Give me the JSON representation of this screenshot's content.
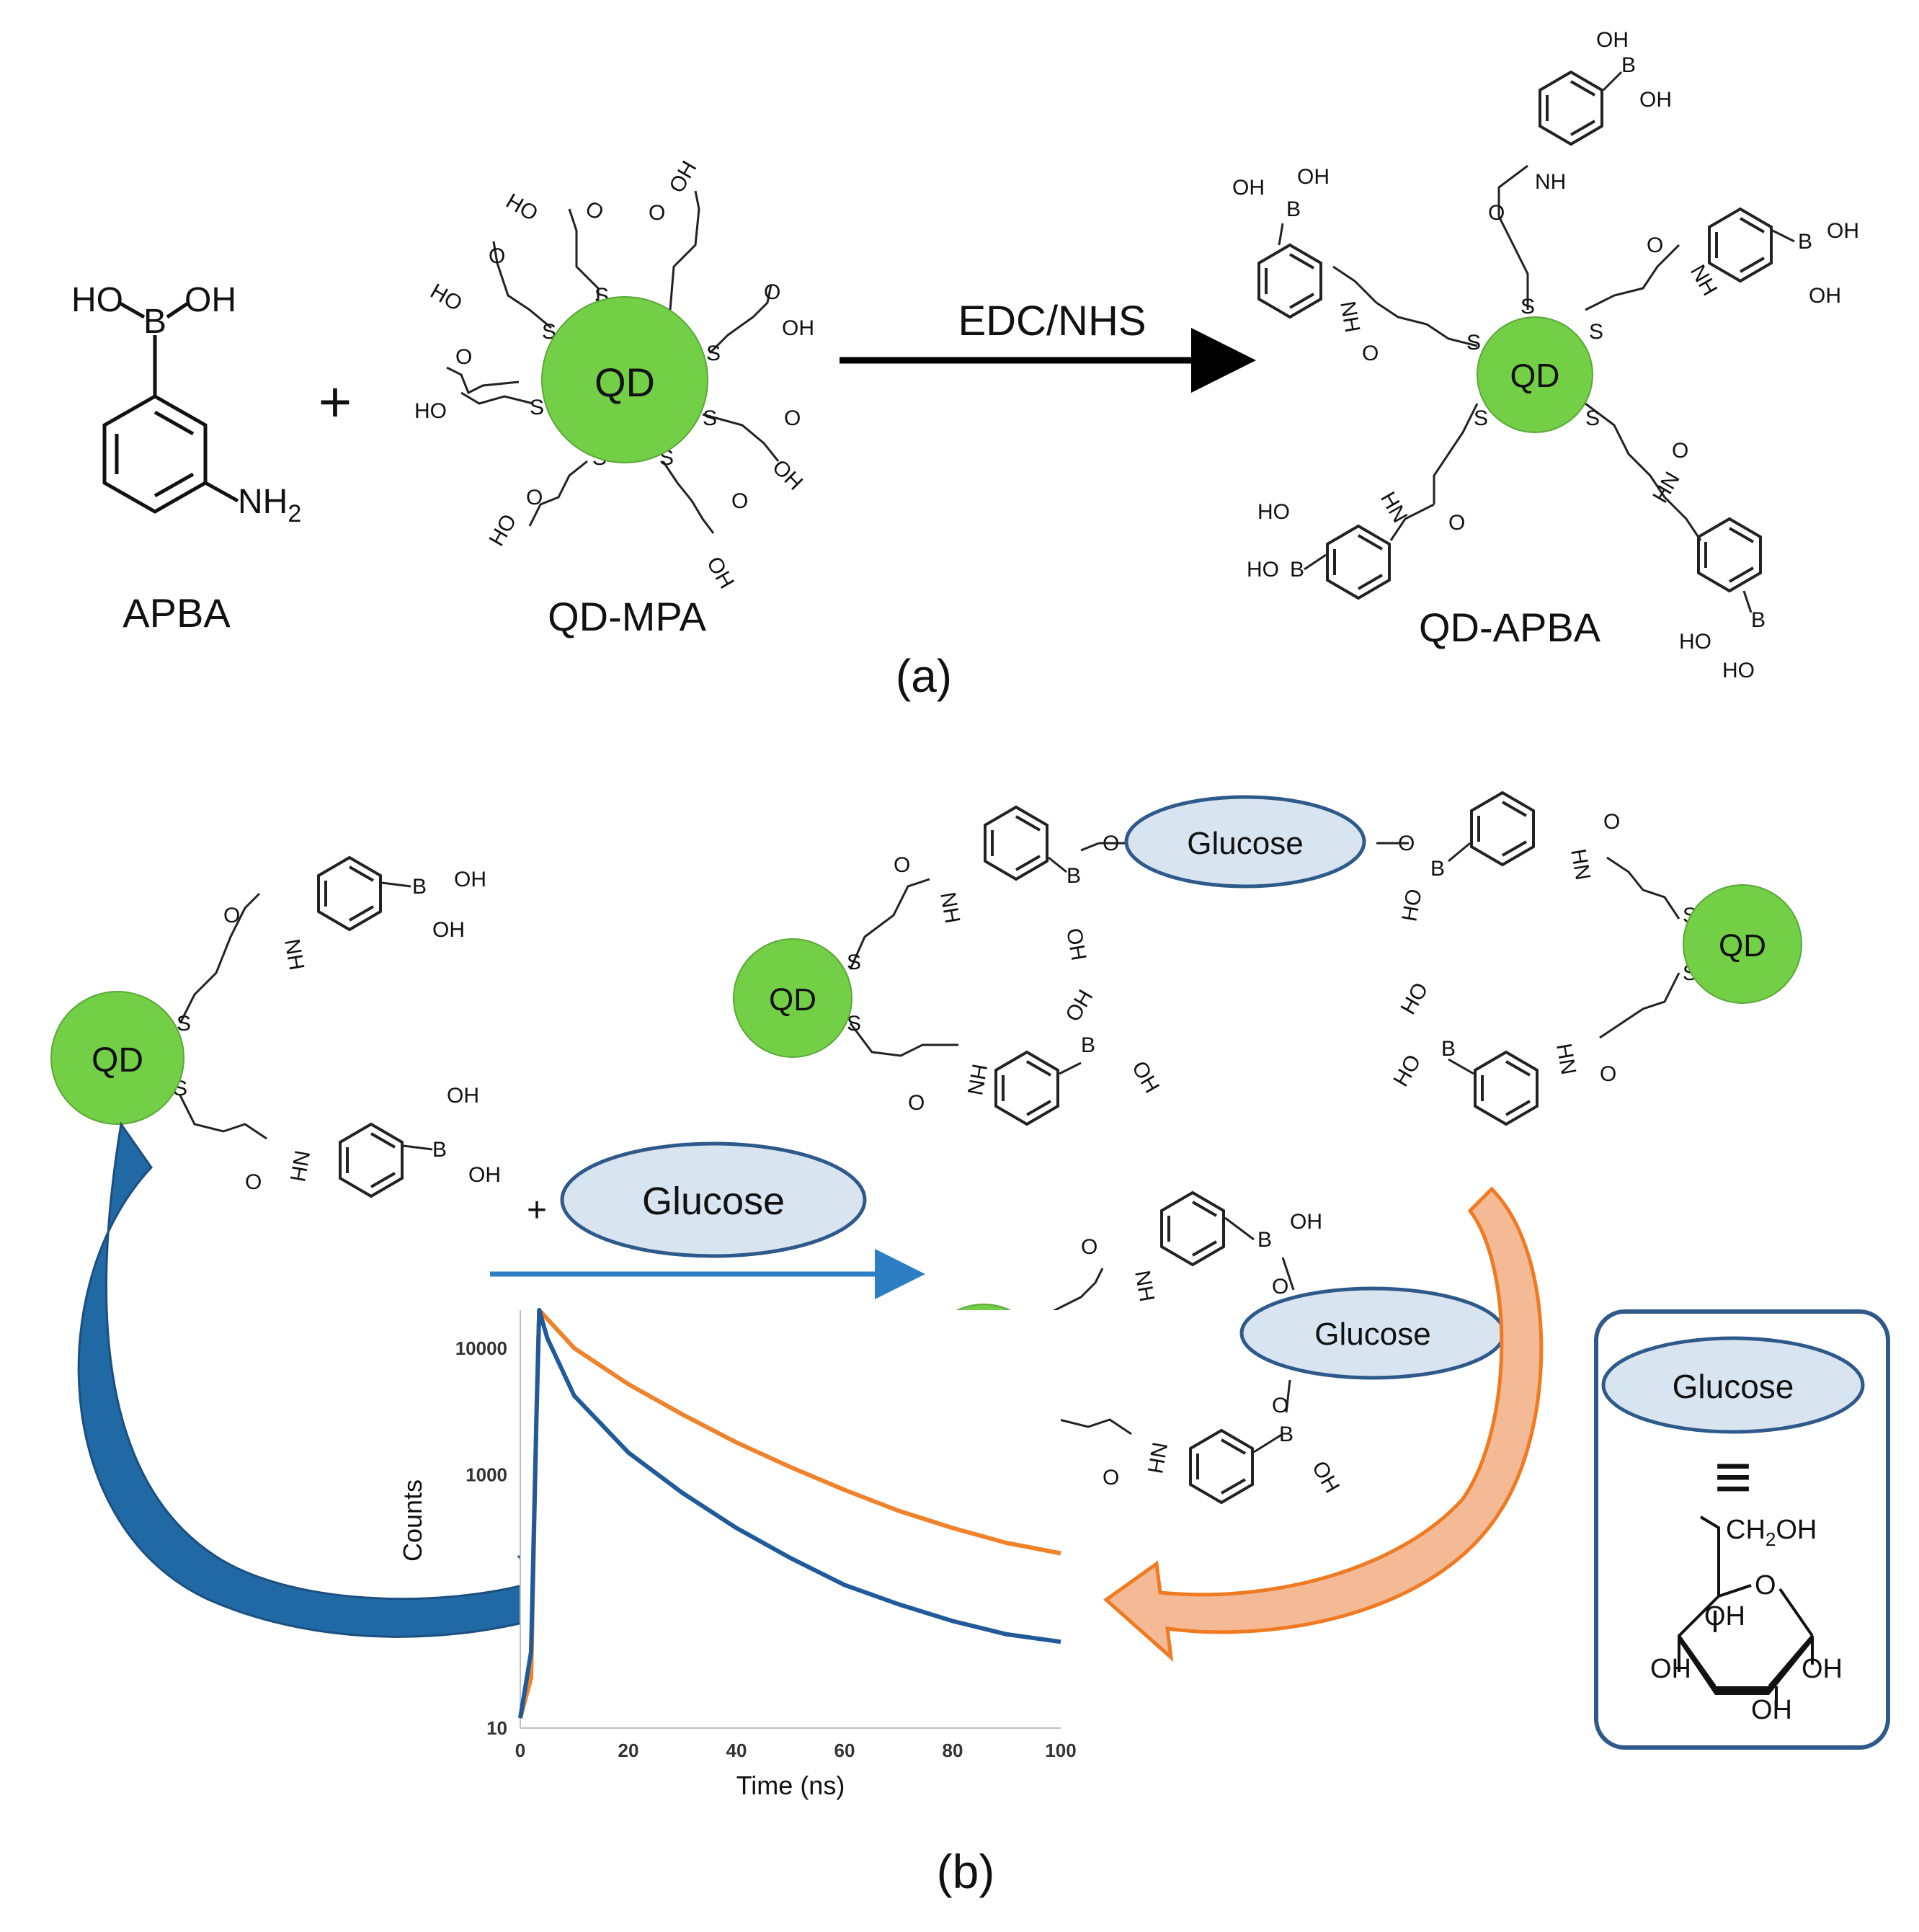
{
  "panel_a": {
    "apba_label": "APBA",
    "qdmpa_label": "QD-MPA",
    "qdapba_label": "QD-APBA",
    "reagent": "EDC/NHS",
    "plus": "+",
    "panel_label": "(a)",
    "qd_text": "QD",
    "atoms": {
      "b": "B",
      "oh": "OH",
      "ho": "HO",
      "nh2": "NH",
      "nh2_sub": "2",
      "nh": "NH",
      "hn": "HN",
      "s": "S",
      "o": "O"
    }
  },
  "panel_b": {
    "panel_label": "(b)",
    "plus": "+",
    "glucose": "Glucose",
    "qd_text": "QD",
    "equiv": "≡",
    "ch2oh_a": "CH",
    "ch2oh_sub": "2",
    "ch2oh_b": "OH"
  },
  "chart_data": {
    "type": "line",
    "xlabel": "Time (ns)",
    "ylabel": "Counts",
    "xlim": [
      0,
      100
    ],
    "ylim": [
      10,
      20000
    ],
    "yscale": "log",
    "x_ticks": [
      "0",
      "20",
      "40",
      "60",
      "80",
      "100"
    ],
    "y_ticks": [
      "10",
      "1000",
      "10000"
    ],
    "series": [
      {
        "color": "#f0822a",
        "x": [
          0,
          2,
          3,
          3.5,
          5,
          10,
          20,
          30,
          40,
          50,
          60,
          70,
          80,
          90,
          100
        ],
        "y": [
          12,
          25,
          3000,
          20000,
          17000,
          10000,
          5200,
          3000,
          1800,
          1150,
          760,
          520,
          380,
          290,
          240
        ]
      },
      {
        "color": "#1f5a9a",
        "x": [
          0,
          2,
          3,
          3.5,
          5,
          10,
          20,
          30,
          40,
          50,
          60,
          70,
          80,
          90,
          100
        ],
        "y": [
          12,
          40,
          3000,
          20000,
          12000,
          4200,
          1500,
          720,
          380,
          220,
          135,
          95,
          70,
          55,
          48
        ]
      }
    ]
  },
  "colors": {
    "qd": "#72cf46",
    "glucose_fill": "#d8e4f0",
    "glucose_stroke": "#2d5a8b",
    "blue_arrow": "#2169a4",
    "orange_arrow": "#f07a22",
    "orange_arrow_fill": "#f4b995"
  }
}
